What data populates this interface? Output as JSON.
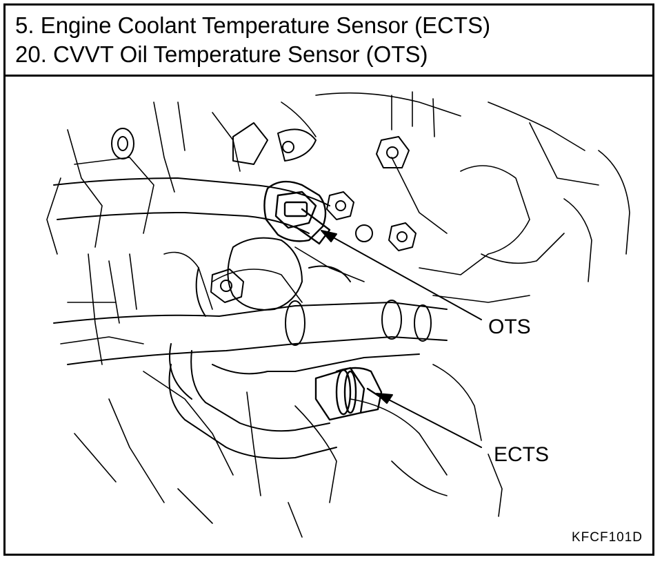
{
  "caption": {
    "line1": "5. Engine Coolant Temperature Sensor (ECTS)",
    "line2": "20. CVVT Oil Temperature Sensor (OTS)"
  },
  "callouts": {
    "ots": "OTS",
    "ects": "ECTS"
  },
  "figure_code": "KFCF101D"
}
